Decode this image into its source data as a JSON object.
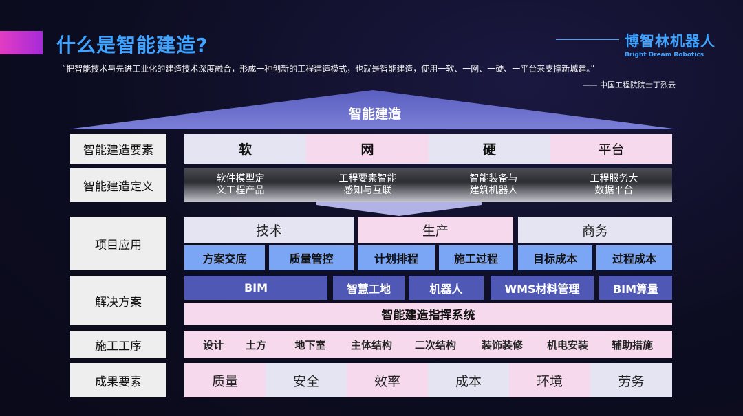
{
  "slide": {
    "title": "什么是智能建造?",
    "quote": "“把智能技术与先进工业化的建造技术深度融合，形成一种创新的工程建造模式，也就是智能建造，使用一软、一网、一硬、一平台来支撑新城建。”",
    "author": "—— 中国工程院院士丁烈云"
  },
  "logo": {
    "cn": "博智林机器人",
    "en": "Bright Dream Robotics"
  },
  "roof": {
    "label": "智能建造"
  },
  "rows": {
    "elements": {
      "label": "智能建造要素",
      "cells": [
        "软",
        "网",
        "硬",
        "平台"
      ]
    },
    "definitions": {
      "label": "智能建造定义",
      "cells": [
        [
          "软件模型定",
          "义工程产品"
        ],
        [
          "工程要素智能",
          "感知与互联"
        ],
        [
          "智能装备与",
          "建筑机器人"
        ],
        [
          "工程服务大",
          "数据平台"
        ]
      ]
    },
    "applications": {
      "label": "项目应用",
      "groups": [
        {
          "name": "技术",
          "items": [
            "方案交底",
            "质量管控"
          ]
        },
        {
          "name": "生产",
          "items": [
            "计划排程",
            "施工过程"
          ]
        },
        {
          "name": "商务",
          "items": [
            "目标成本",
            "过程成本"
          ]
        }
      ]
    },
    "solutions": {
      "label": "解决方案",
      "items": [
        "BIM",
        "智慧工地",
        "机器人",
        "WMS材料管理",
        "BIM算量"
      ],
      "system": "智能建造指挥系统"
    },
    "process": {
      "label": "施工工序",
      "items": [
        "设计",
        "土方",
        "地下室",
        "主体结构",
        "二次结构",
        "装饰装修",
        "机电安装",
        "辅助措施"
      ]
    },
    "results": {
      "label": "成果要素",
      "items": [
        "质量",
        "安全",
        "效率",
        "成本",
        "环境",
        "劳务"
      ]
    }
  },
  "colors": {
    "title": "#3fa4ff",
    "accent": "#d63bcf",
    "roof": "#5a5fc0",
    "pink": "#f7d9ee",
    "lavender": "#e4e4f2",
    "blue": "#7ba6f5",
    "indigo": "#4f58b4"
  }
}
